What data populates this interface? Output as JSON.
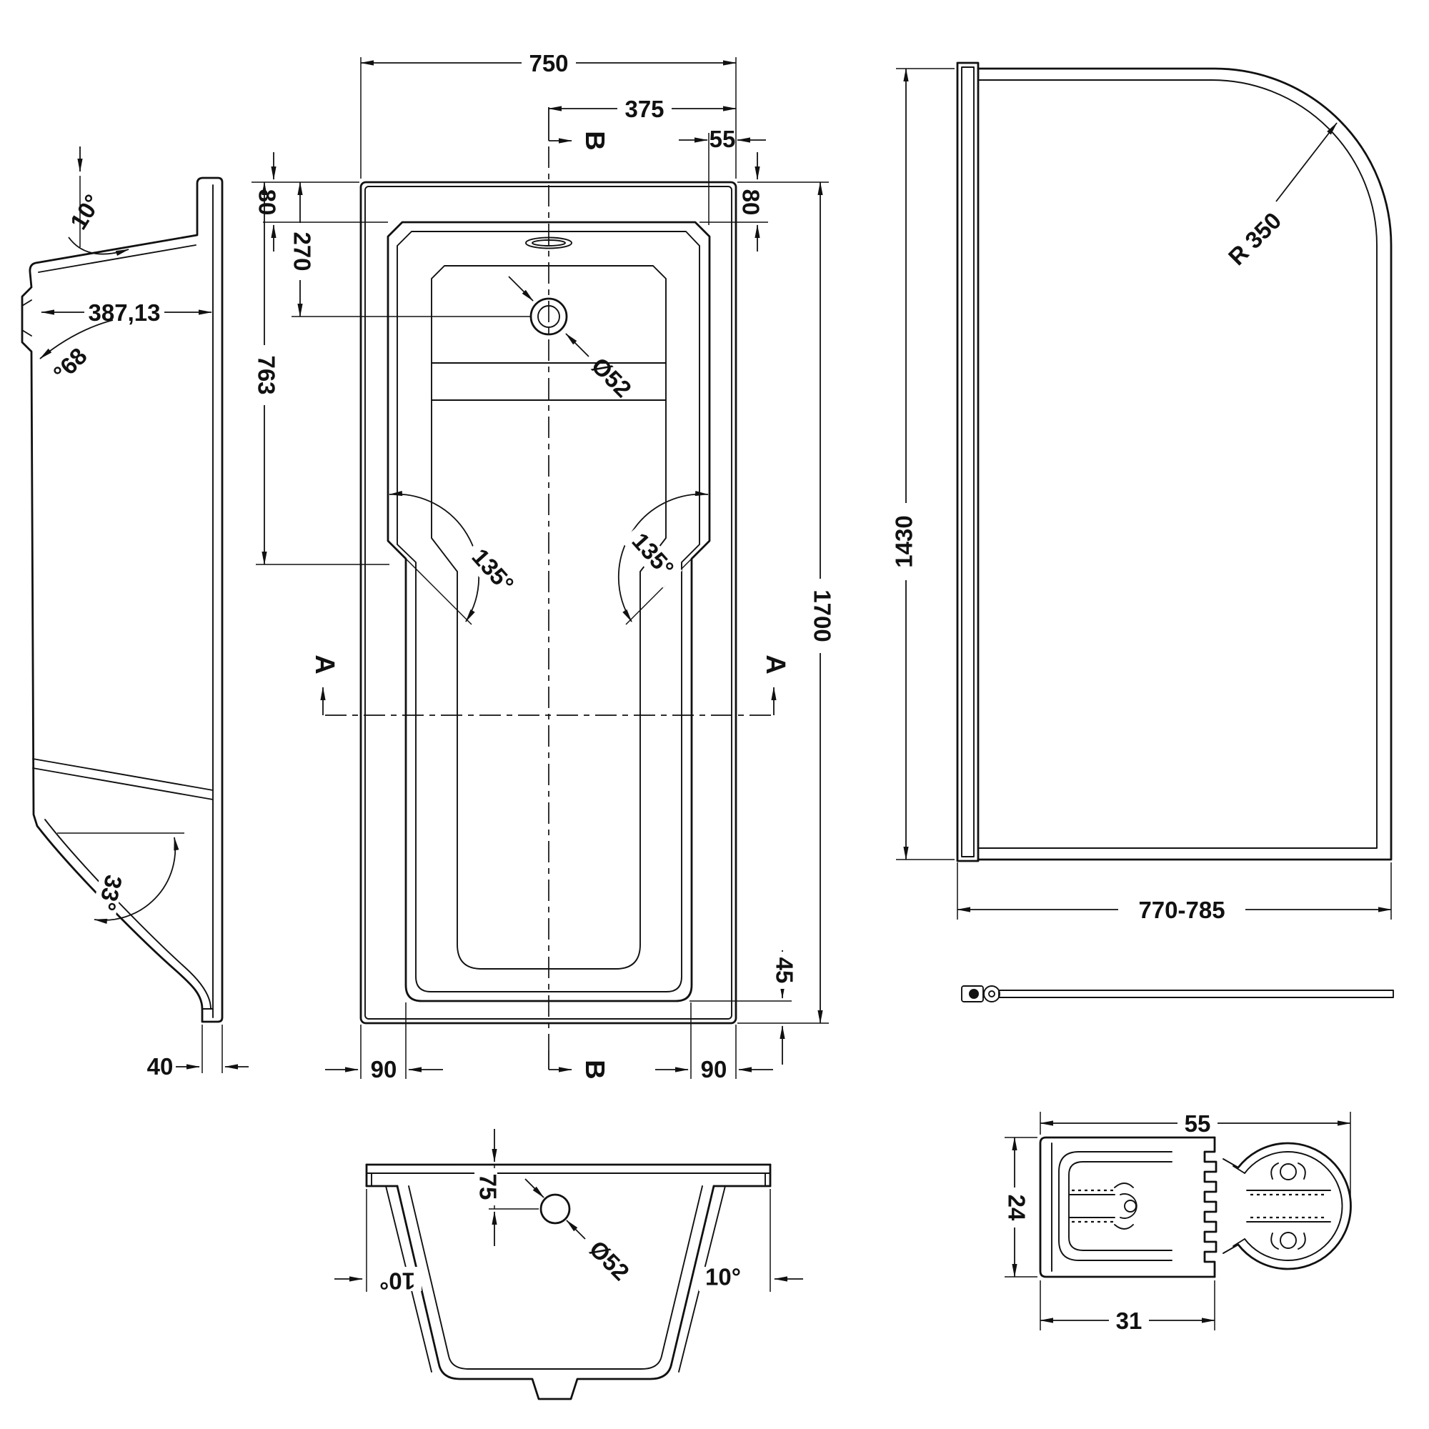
{
  "drawing": {
    "side_view": {
      "top_angle": "10°",
      "width": "387,13",
      "wall_angle": "°68",
      "curve_angle": "33°",
      "foot_width": "40"
    },
    "plan_view": {
      "overall_width": "750",
      "half_width": "375",
      "section_b_top": "B",
      "rim_right": "55",
      "rim_top_left": "80",
      "rim_top_right": "80",
      "drain_offset": "270",
      "upper_length": "763",
      "drain_diameter": "Ø52",
      "corner_angle_left": "135°",
      "corner_angle_right": "135°",
      "overall_length": "1700",
      "rim_bottom": "45",
      "rim_bottom_left": "90",
      "rim_bottom_right": "90",
      "section_a_left": "A",
      "section_a_right": "A",
      "section_b_bottom": "B"
    },
    "screen_view": {
      "height": "1430",
      "corner_radius": "R 350",
      "width_range": "770-785"
    },
    "section_view": {
      "drain_depth": "75",
      "drain_diameter": "Ø52",
      "wall_angle_left": "10°",
      "wall_angle_right": "10°"
    },
    "profile_detail": {
      "overall_width": "55",
      "height": "24",
      "channel_width": "31"
    }
  }
}
